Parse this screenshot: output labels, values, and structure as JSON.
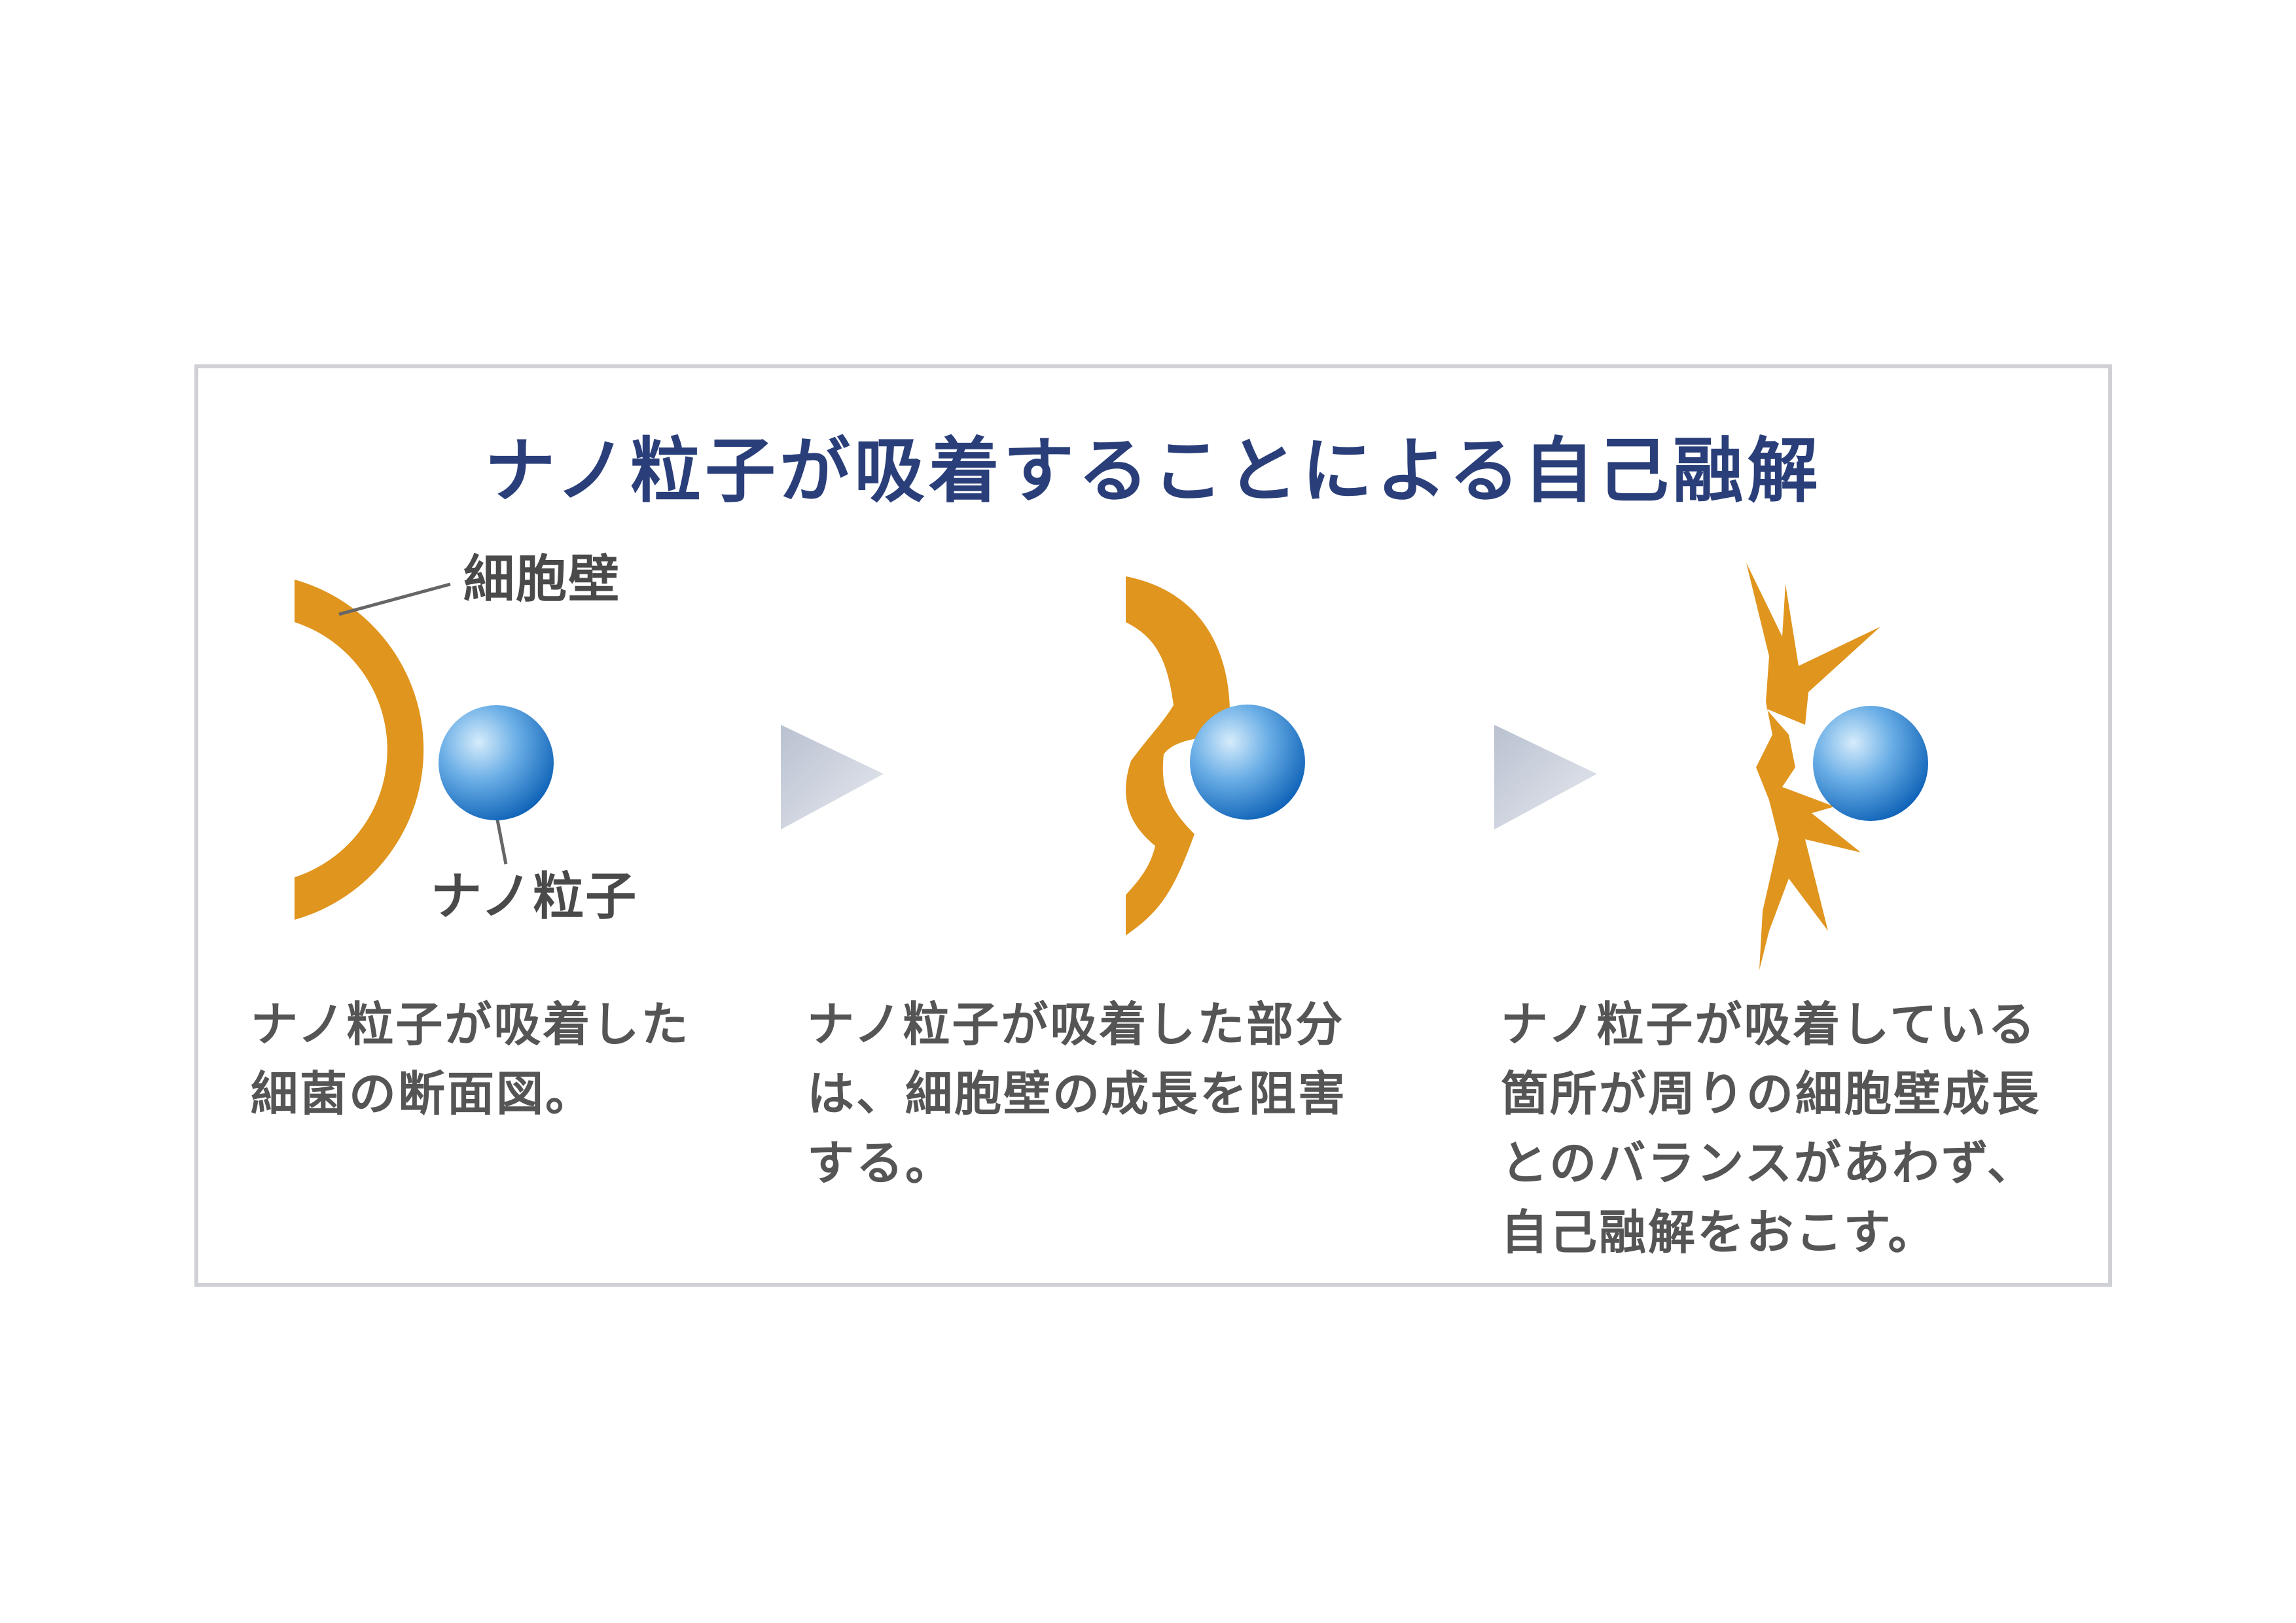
{
  "title": "ナノ粒子が吸着することによる自己融解",
  "labels": {
    "cell_wall": "細胞壁",
    "nanoparticle": "ナノ粒子"
  },
  "steps": [
    {
      "caption": "ナノ粒子が吸着した\n細菌の断面図。"
    },
    {
      "caption": "ナノ粒子が吸着した部分\nは、細胞壁の成長を阻害\nする。"
    },
    {
      "caption": "ナノ粒子が吸着している\n箇所が周りの細胞壁成長\nとのバランスがあわず、\n自己融解をおこす。"
    }
  ],
  "colors": {
    "cell_wall": "#e0951e",
    "nanoparticle_light": "#cfe7f8",
    "nanoparticle_dark": "#0a62b8",
    "arrow": "#c9cfdb",
    "title": "#2a3f7a",
    "border": "#cfd1d6"
  }
}
